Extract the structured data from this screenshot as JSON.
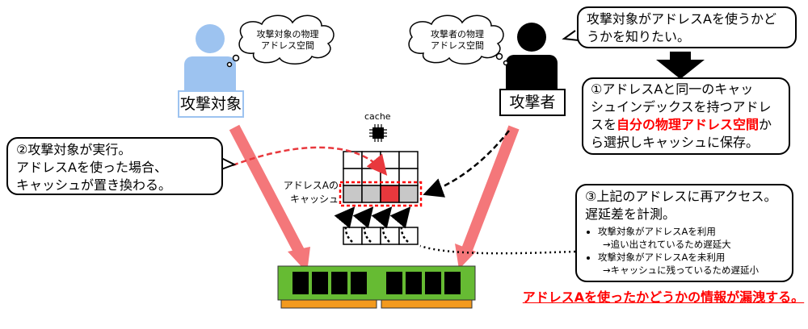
{
  "victim": {
    "label": "攻撃対象",
    "thought_line1": "攻撃対象の物理",
    "thought_line2": "アドレス空間"
  },
  "attacker": {
    "label": "攻撃者",
    "thought_line1": "攻撃者の物理",
    "thought_line2": "アドレス空間"
  },
  "cache": {
    "label": "cache",
    "line_label_1": "アドレスAの",
    "line_label_2": "キャッシュ"
  },
  "callouts": {
    "goal": {
      "line1": "攻撃対象がアドレスAを使うかど",
      "line2": "うかを知りたい。"
    },
    "step1": {
      "line1": "①アドレスAと同一のキャッ",
      "line2": "シュインデックスを持つアドレ",
      "line3_pre": "スを",
      "line3_highlight": "自分の物理アドレス空間",
      "line3_post": "か",
      "line4": "ら選択しキャッシュに保存。"
    },
    "step2": {
      "line1": "②攻撃対象が実行。",
      "line2": "アドレスAを使った場合、",
      "line3": "キャッシュが置き換わる。"
    },
    "step3": {
      "line1": "③上記のアドレスに再アクセス。",
      "line2": "遅延差を計測。",
      "bullets": [
        {
          "main": "攻撃対象がアドレスAを利用",
          "sub": "→追い出されているため遅延大"
        },
        {
          "main": "攻撃対象がアドレスAを未利用",
          "sub": "→キャッシュに残っているため遅延小"
        }
      ]
    }
  },
  "conclusion": "アドレスAを使ったかどうかの情報が漏洩する。",
  "colors": {
    "victim_person": "#9dc3f0",
    "attacker_person": "#000000",
    "arrow_red": "#f4777a",
    "highlight_red": "#ff0000",
    "cache_gray": "#c8c8c8",
    "memory_green": "#66bb33",
    "memory_orange": "#f39a1e"
  }
}
